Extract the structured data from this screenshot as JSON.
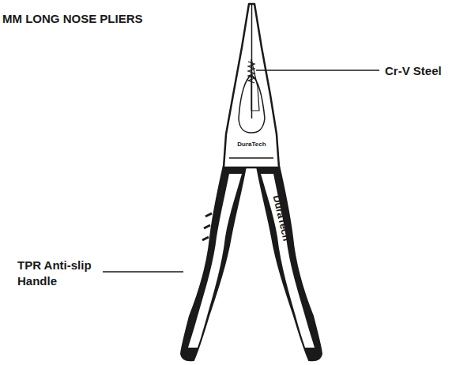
{
  "diagram": {
    "title": "MM LONG NOSE PLIERS",
    "labels": [
      "Cr-V Steel",
      "TPR Anti-slip Handle",
      "DuraTech",
      "DuraTech"
    ]
  }
}
